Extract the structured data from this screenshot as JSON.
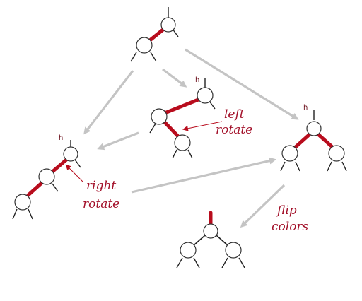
{
  "labels": {
    "left_rotate": [
      "left",
      "rotate"
    ],
    "right_rotate": [
      "right",
      "rotate"
    ],
    "flip_colors": [
      "flip",
      "colors"
    ]
  },
  "h_markers": [
    "h",
    "h",
    "h"
  ],
  "colors": {
    "red_link": "#b80c1d",
    "arrow": "#c4c4c4",
    "label": "#a3112a"
  }
}
